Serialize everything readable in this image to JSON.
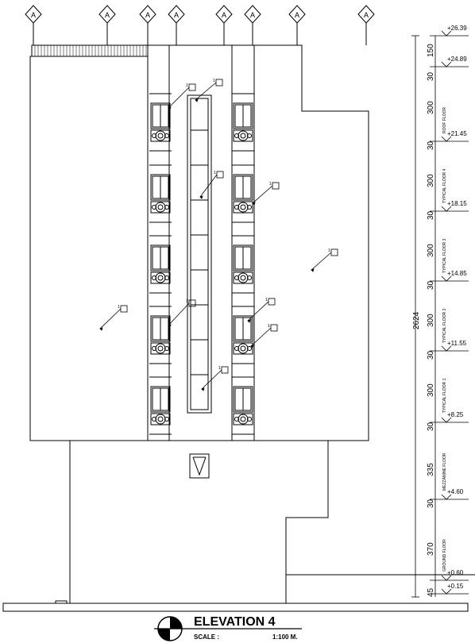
{
  "title": {
    "name": "ELEVATION 4",
    "scale_label": "SCALE :",
    "scale_value": "1:100 M."
  },
  "grid_marker_label": "A",
  "grid_marker_count": 8,
  "total_height_dim": "2624",
  "segment_dims": [
    "150",
    "300",
    "300",
    "300",
    "300",
    "300",
    "335",
    "370",
    "45"
  ],
  "slab_dims": [
    "30",
    "30",
    "30",
    "30",
    "30",
    "30",
    "30"
  ],
  "levels": [
    "+26.39",
    "+24.89",
    "+21.45",
    "+18.15",
    "+14.85",
    "+11.55",
    "+8.25",
    "+4.60",
    "+0.60",
    "+0.15"
  ],
  "floor_labels": [
    "ROOF FLOOR",
    "TYPICAL FLOOR 4",
    "TYPICAL FLOOR 3",
    "TYPICAL FLOOR 2",
    "TYPICAL FLOOR 1",
    "MEZZANINE FLOOR",
    "GROUND FLOOR"
  ],
  "tag_label": "1"
}
